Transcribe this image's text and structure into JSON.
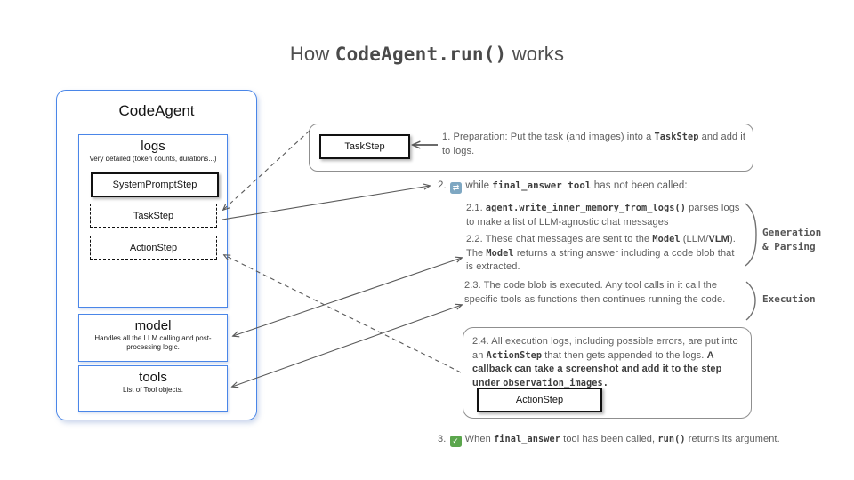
{
  "title": {
    "prefix": "How ",
    "code": "CodeAgent.run()",
    "suffix": " works"
  },
  "colors": {
    "accent_blue": "#4a86e8",
    "border_gray": "#8f8f8f",
    "text_gray": "#5d5d5d",
    "repeat_icon_bg": "#7ea7c2",
    "check_icon_bg": "#5ba64d"
  },
  "agent_panel": {
    "title": "CodeAgent",
    "logs": {
      "title": "logs",
      "subtitle": "Very detailed (token counts, durations...)",
      "steps": [
        {
          "label": "SystemPromptStep",
          "style": "solid"
        },
        {
          "label": "TaskStep",
          "style": "dashed"
        },
        {
          "label": "ActionStep",
          "style": "dashed"
        }
      ]
    },
    "model": {
      "title": "model",
      "subtitle": "Handles all the LLM calling and post-processing logic."
    },
    "tools": {
      "title": "tools",
      "subtitle": "List of Tool objects."
    }
  },
  "steps": {
    "step1_tag": "TaskStep",
    "step1": [
      {
        "t": "1.  Preparation: Put the task (and images) into a "
      },
      {
        "c": "TaskStep"
      },
      {
        "t": " and add it to logs."
      }
    ],
    "step2": [
      {
        "t": "2. "
      },
      {
        "icon": "repeat-icon",
        "glyph": "⇄"
      },
      {
        "t": " while "
      },
      {
        "c": "final_answer tool"
      },
      {
        "t": " has not been called:"
      }
    ],
    "step21": [
      {
        "t": "2.1. "
      },
      {
        "c": "agent.write_inner_memory_from_logs()"
      },
      {
        "t": " parses logs to make a list of LLM-agnostic chat messages"
      }
    ],
    "step22": [
      {
        "t": "2.2. These chat messages are sent to the "
      },
      {
        "c": "Model"
      },
      {
        "t": " (LLM/"
      },
      {
        "b": "VLM"
      },
      {
        "t": "). The "
      },
      {
        "c": "Model"
      },
      {
        "t": "  returns a string answer including a code blob that is extracted."
      }
    ],
    "step23": [
      {
        "t": "2.3. The code blob is executed. Any tool calls in it call the specific tools as functions then continues running the code."
      }
    ],
    "step24": [
      {
        "t": "2.4. All execution logs, including possible errors, are put into an "
      },
      {
        "c": "ActionStep"
      },
      {
        "t": " that then gets appended to the logs. "
      },
      {
        "b": "A callback can  take a screenshot and add it to the step under "
      },
      {
        "c": "observation_images."
      }
    ],
    "step24_tag": "ActionStep",
    "step3": [
      {
        "t": "3. "
      },
      {
        "icon": "check-icon",
        "glyph": "✓"
      },
      {
        "t": " When "
      },
      {
        "c": "final_answer"
      },
      {
        "t": " tool has been called, "
      },
      {
        "c": "run()"
      },
      {
        "t": " returns its argument."
      }
    ]
  },
  "side_labels": {
    "generation_line1": "Generation",
    "generation_line2": "& Parsing",
    "execution": "Execution"
  }
}
